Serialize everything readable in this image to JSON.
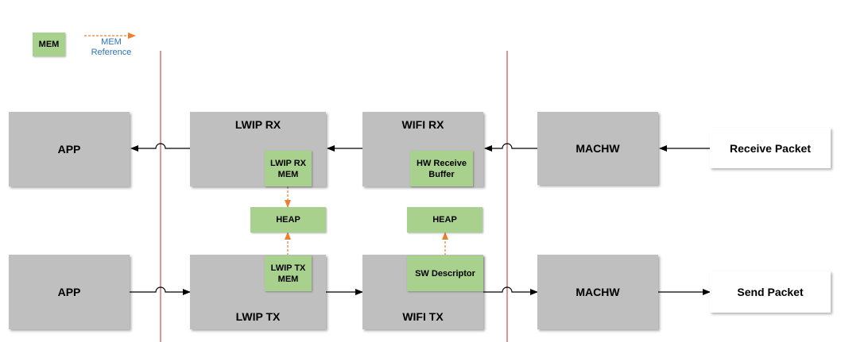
{
  "legend": {
    "mem_label": "MEM",
    "reference_line1": "MEM",
    "reference_line2": "Reference"
  },
  "rx": {
    "app": "APP",
    "lwip": "LWIP RX",
    "lwip_mem_line1": "LWIP RX",
    "lwip_mem_line2": "MEM",
    "wifi": "WIFI RX",
    "hw_buffer_line1": "HW Receive",
    "hw_buffer_line2": "Buffer",
    "machw": "MACHW",
    "packet": "Receive Packet"
  },
  "heap": {
    "left": "HEAP",
    "right": "HEAP"
  },
  "tx": {
    "app": "APP",
    "lwip": "LWIP TX",
    "lwip_mem_line1": "LWIP TX",
    "lwip_mem_line2": "MEM",
    "wifi": "WIFI TX",
    "sw_descriptor": "SW Descriptor",
    "machw": "MACHW",
    "packet": "Send Packet"
  },
  "colors": {
    "module_fill": "#bfbfbf",
    "mem_fill": "#a9d18e",
    "reference_arrow": "#ed7d31",
    "boundary_line": "#c0504d",
    "data_arrow": "#000000",
    "legend_text": "#2e75b6"
  }
}
